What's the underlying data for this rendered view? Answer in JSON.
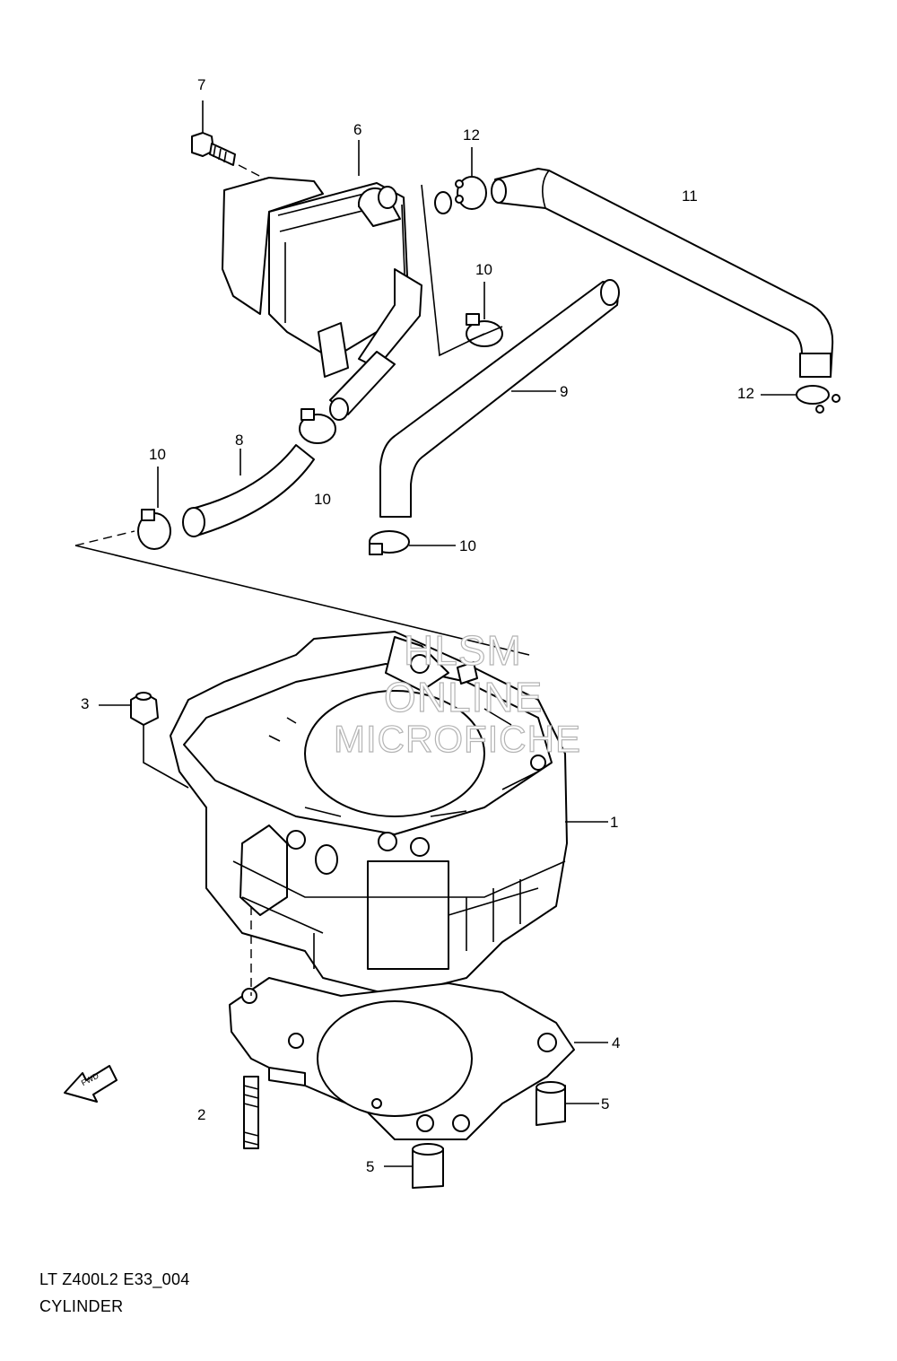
{
  "diagram": {
    "callouts": [
      {
        "id": "c7",
        "text": "7"
      },
      {
        "id": "c6",
        "text": "6"
      },
      {
        "id": "c12a",
        "text": "12"
      },
      {
        "id": "c11",
        "text": "11"
      },
      {
        "id": "c10a",
        "text": "10"
      },
      {
        "id": "c9",
        "text": "9"
      },
      {
        "id": "c12b",
        "text": "12"
      },
      {
        "id": "c10b",
        "text": "10"
      },
      {
        "id": "c8",
        "text": "8"
      },
      {
        "id": "c10c",
        "text": "10"
      },
      {
        "id": "c10d",
        "text": "10"
      },
      {
        "id": "c3",
        "text": "3"
      },
      {
        "id": "c1",
        "text": "1"
      },
      {
        "id": "c4",
        "text": "4"
      },
      {
        "id": "c2",
        "text": "2"
      },
      {
        "id": "c5a",
        "text": "5"
      },
      {
        "id": "c5b",
        "text": "5"
      }
    ],
    "fwd_label": "FWD",
    "watermark": [
      "HLSM",
      "ONLINE",
      "MICROFICHE"
    ],
    "caption": {
      "code": "LT Z400L2 E33_004",
      "title": "CYLINDER"
    }
  }
}
